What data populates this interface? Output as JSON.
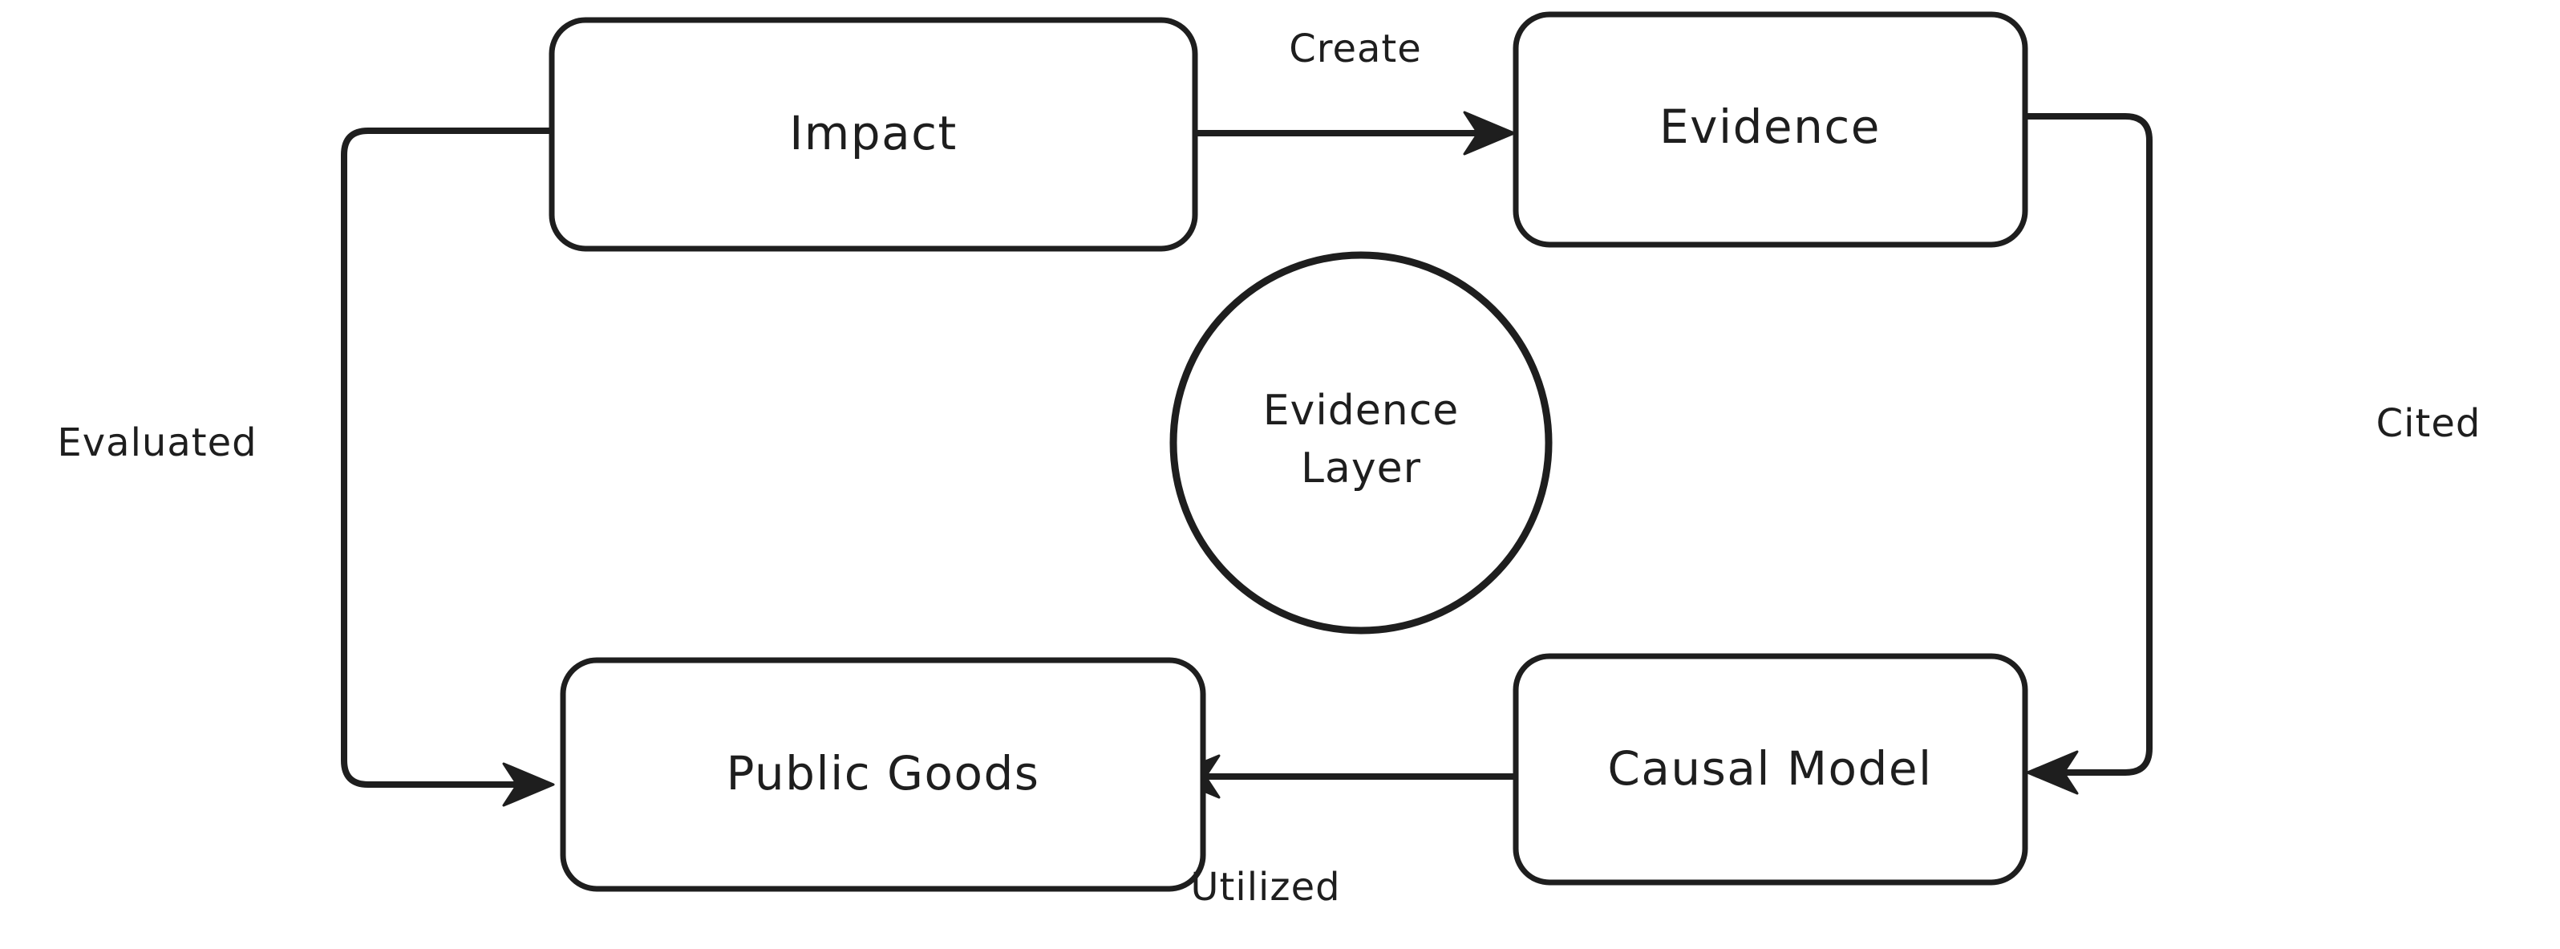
{
  "diagram": {
    "kind": "flowchart-cycle",
    "background_color": "#ffffff",
    "stroke_color": "#1e1e1e",
    "nodes": [
      {
        "id": "impact",
        "label": "Impact",
        "shape": "rounded-rect"
      },
      {
        "id": "evidence",
        "label": "Evidence",
        "shape": "rounded-rect"
      },
      {
        "id": "causal_model",
        "label": "Causal Model",
        "shape": "rounded-rect"
      },
      {
        "id": "public_goods",
        "label": "Public Goods",
        "shape": "rounded-rect"
      },
      {
        "id": "evidence_layer",
        "label_line1": "Evidence",
        "label_line2": "Layer",
        "shape": "circle"
      }
    ],
    "edges": [
      {
        "id": "create",
        "label": "Create",
        "from": "impact",
        "to": "evidence",
        "direction": "right"
      },
      {
        "id": "cited",
        "label": "Cited",
        "from": "evidence",
        "to": "causal_model",
        "direction": "down-left"
      },
      {
        "id": "utilized",
        "label": "Utilized",
        "from": "causal_model",
        "to": "public_goods",
        "direction": "left"
      },
      {
        "id": "evaluated",
        "label": "Evaluated",
        "from": "impact",
        "to": "public_goods",
        "direction": "down-right"
      }
    ]
  }
}
